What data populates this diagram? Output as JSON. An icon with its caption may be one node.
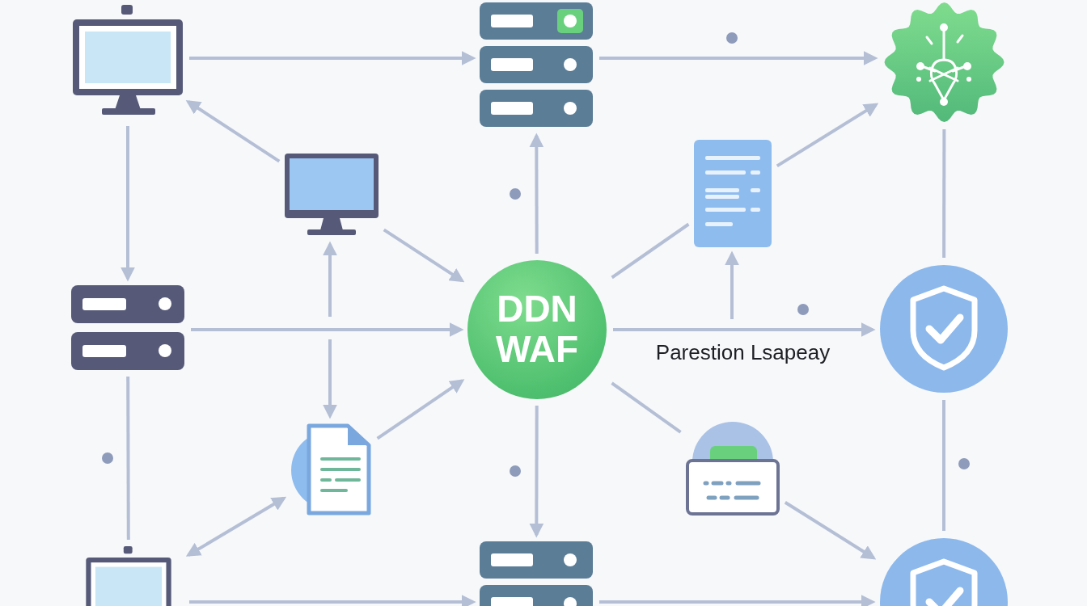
{
  "diagram": {
    "nodes": [
      {
        "text": [],
        "shape": "picture"
      },
      {
        "text": [],
        "shape": "picture"
      },
      {
        "text": [],
        "shape": "picture"
      },
      {
        "text": [],
        "shape": "picture"
      },
      {
        "text": [],
        "shape": "picture"
      },
      {
        "text": [],
        "shape": "picture"
      },
      {
        "text": [
          "DDN WAF"
        ]
      },
      {
        "text": [],
        "shape": "picture"
      },
      {
        "text": [],
        "shape": "picture"
      },
      {
        "text": [],
        "shape": "picture"
      },
      {
        "text": [],
        "shape": "picture"
      },
      {
        "text": [],
        "shape": "picture"
      },
      {
        "text": [],
        "shape": "picture"
      }
    ],
    "edges": [
      {
        "from": 0,
        "to": 1,
        "arrow": "to"
      },
      {
        "from": 1,
        "to": 2,
        "arrow": "to"
      },
      {
        "from": 0,
        "to": 5,
        "arrow": "to"
      },
      {
        "from": 3,
        "to": 0,
        "arrow": "to"
      },
      {
        "from": 3,
        "to": 6,
        "arrow": "to"
      },
      {
        "from": 6,
        "to": 1,
        "arrow": "to"
      },
      {
        "from": 4,
        "to": 2,
        "arrow": "to"
      },
      {
        "from": 6,
        "to": 4,
        "arrow": "none"
      },
      {
        "from": 5,
        "to": 6,
        "arrow": "to"
      },
      {
        "from": 6,
        "to": 7,
        "arrow": "to",
        "label": "Parestion Lsapeay"
      },
      {
        "from": null,
        "to": 3,
        "arrow": "to"
      },
      {
        "from": null,
        "to": 8,
        "arrow": "to"
      },
      {
        "from": null,
        "to": 4,
        "arrow": "to"
      },
      {
        "from": 8,
        "to": 6,
        "arrow": "to"
      },
      {
        "from": 10,
        "to": 8,
        "arrow": "both"
      },
      {
        "from": 6,
        "to": 11,
        "arrow": "to"
      },
      {
        "from": 6,
        "to": 9,
        "arrow": "none"
      },
      {
        "from": 9,
        "to": 12,
        "arrow": "to"
      },
      {
        "from": 2,
        "to": 7,
        "arrow": "none"
      },
      {
        "from": 7,
        "to": 12,
        "arrow": "none"
      },
      {
        "from": 5,
        "to": 10,
        "arrow": "none"
      },
      {
        "from": 10,
        "to": 11,
        "arrow": "to"
      },
      {
        "from": 11,
        "to": 12,
        "arrow": "to"
      }
    ]
  }
}
